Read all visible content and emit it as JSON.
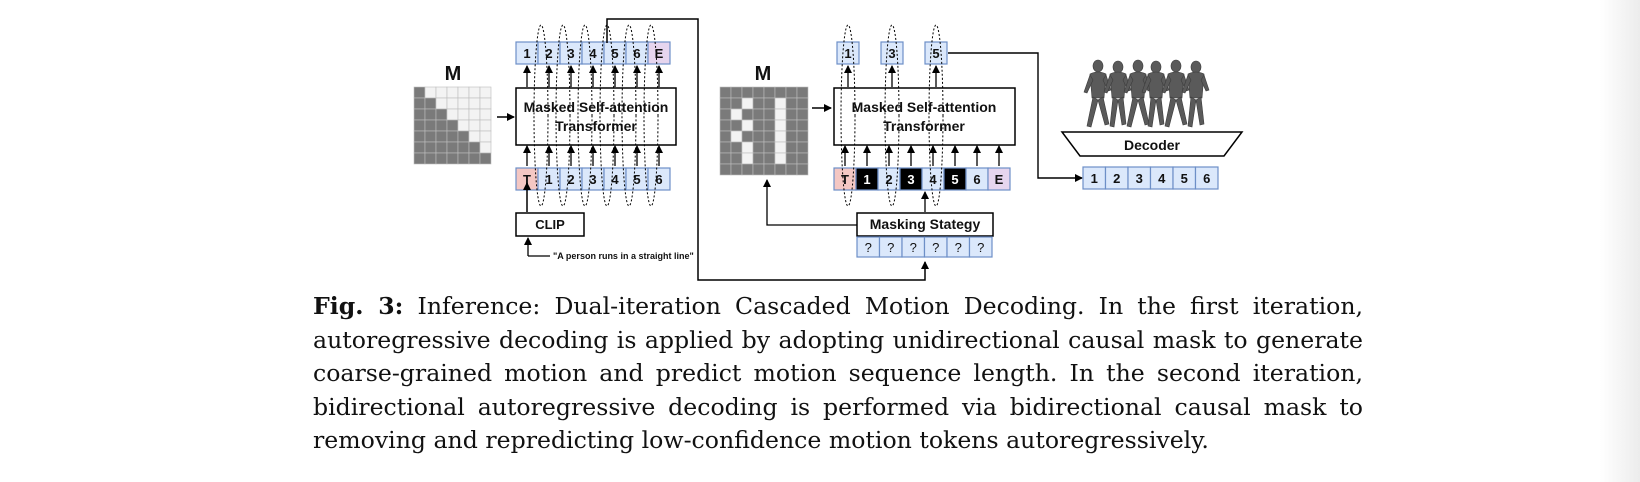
{
  "figure": {
    "mask_label_left": "M",
    "mask_label_right": "M",
    "transformer_left_line1": "Masked Self-attention",
    "transformer_left_line2": "Transformer",
    "transformer_right_line1": "Masked Self-attention",
    "transformer_right_line2": "Transformer",
    "clip_label": "CLIP",
    "prompt_text": "\"A person runs in a straight line\"",
    "masking_label": "Masking Stategy",
    "decoder_label": "Decoder",
    "left_output_tokens": [
      "1",
      "2",
      "3",
      "4",
      "5",
      "6",
      "E"
    ],
    "left_input_tokens": [
      "T",
      "1",
      "2",
      "3",
      "4",
      "5",
      "6"
    ],
    "right_output_tokens": [
      "1",
      "3",
      "5"
    ],
    "right_input_tokens": [
      "T",
      "1",
      "2",
      "3",
      "4",
      "5",
      "6",
      "E"
    ],
    "masking_tokens": [
      "?",
      "?",
      "?",
      "?",
      "?",
      "?"
    ],
    "decoder_output_tokens": [
      "1",
      "2",
      "3",
      "4",
      "5",
      "6"
    ],
    "colors": {
      "token_fill": "#dbe8fb",
      "token_stroke": "#6d8fc7",
      "text_token_fill": "#f4c7c3",
      "end_token_fill": "#e6d5ee",
      "masked_token_fill": "#000000",
      "mask_cell_dark": "#7a7a7a",
      "mask_cell_light": "#f3f3f3"
    }
  },
  "caption": {
    "label": "Fig. 3:",
    "text": "Inference: Dual-iteration Cascaded Motion Decoding. In the first iteration, autoregressive decoding is applied by adopting unidirectional causal mask to generate coarse-grained motion and predict motion sequence length. In the second iteration, bidirectional autoregressive decoding is performed via bidirectional causal mask to removing and repredicting low-confidence motion tokens autoregressively."
  }
}
